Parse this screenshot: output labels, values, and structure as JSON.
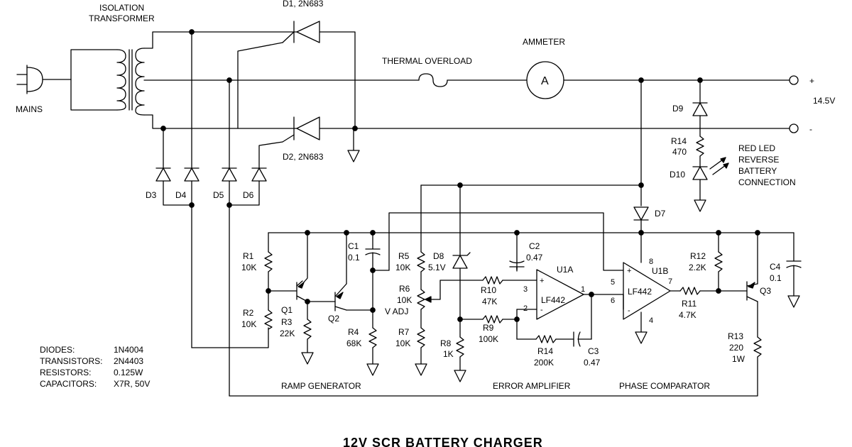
{
  "title": "12V SCR BATTERY CHARGER",
  "colors": {
    "ink": "#000000",
    "background": "#ffffff"
  },
  "labels": {
    "isolation_transformer": [
      "ISOLATION",
      "TRANSFORMER"
    ],
    "mains": "MAINS",
    "d1": "D1, 2N683",
    "d2": "D2, 2N683",
    "thermal_overload": "THERMAL OVERLOAD",
    "ammeter": "AMMETER",
    "ammeter_symbol": "A",
    "plus": "+",
    "minus": "-",
    "output_voltage": "14.5V",
    "d3": "D3",
    "d4": "D4",
    "d5": "D5",
    "d6": "D6",
    "d7": "D7",
    "d8": "D8",
    "d8_value": "5.1V",
    "d9": "D9",
    "d10": "D10",
    "r14_top": "R14",
    "r14_top_value": "470",
    "red_led": [
      "RED LED",
      "REVERSE",
      "BATTERY",
      "CONNECTION"
    ],
    "r1": "R1",
    "r1_value": "10K",
    "r2": "R2",
    "r2_value": "10K",
    "r3": "R3",
    "r3_value": "22K",
    "r4": "R4",
    "r4_value": "68K",
    "r5": "R5",
    "r5_value": "10K",
    "r6": "R6",
    "r6_value": "10K",
    "r6_note": "V ADJ",
    "r7": "R7",
    "r7_value": "10K",
    "r8": "R8",
    "r8_value": "1K",
    "r9": "R9",
    "r9_value": "100K",
    "r10": "R10",
    "r10_value": "47K",
    "r11": "R11",
    "r11_value": "4.7K",
    "r12": "R12",
    "r12_value": "2.2K",
    "r13": "R13",
    "r13_value": "220",
    "r13_power": "1W",
    "r14": "R14",
    "r14_value": "200K",
    "c1": "C1",
    "c1_value": "0.1",
    "c2": "C2",
    "c2_value": "0.47",
    "c3": "C3",
    "c3_value": "0.47",
    "c4": "C4",
    "c4_value": "0.1",
    "q1": "Q1",
    "q2": "Q2",
    "q3": "Q3",
    "u1a": "U1A",
    "u1b": "U1B",
    "u1a_part": "LF442",
    "u1b_part": "LF442",
    "pins": {
      "p1": "1",
      "p2": "2",
      "p3": "3",
      "p4": "4",
      "p5": "5",
      "p6": "6",
      "p7": "7",
      "p8": "8"
    },
    "opamp_plus": "+",
    "opamp_minus": "-",
    "ramp_generator": "RAMP GENERATOR",
    "error_amplifier": "ERROR AMPLIFIER",
    "phase_comparator": "PHASE COMPARATOR"
  },
  "parts_table": [
    {
      "item": "DIODES:",
      "value": "1N4004"
    },
    {
      "item": "TRANSISTORS:",
      "value": "2N4403"
    },
    {
      "item": "RESISTORS:",
      "value": "0.125W"
    },
    {
      "item": "CAPACITORS:",
      "value": "X7R, 50V"
    }
  ]
}
